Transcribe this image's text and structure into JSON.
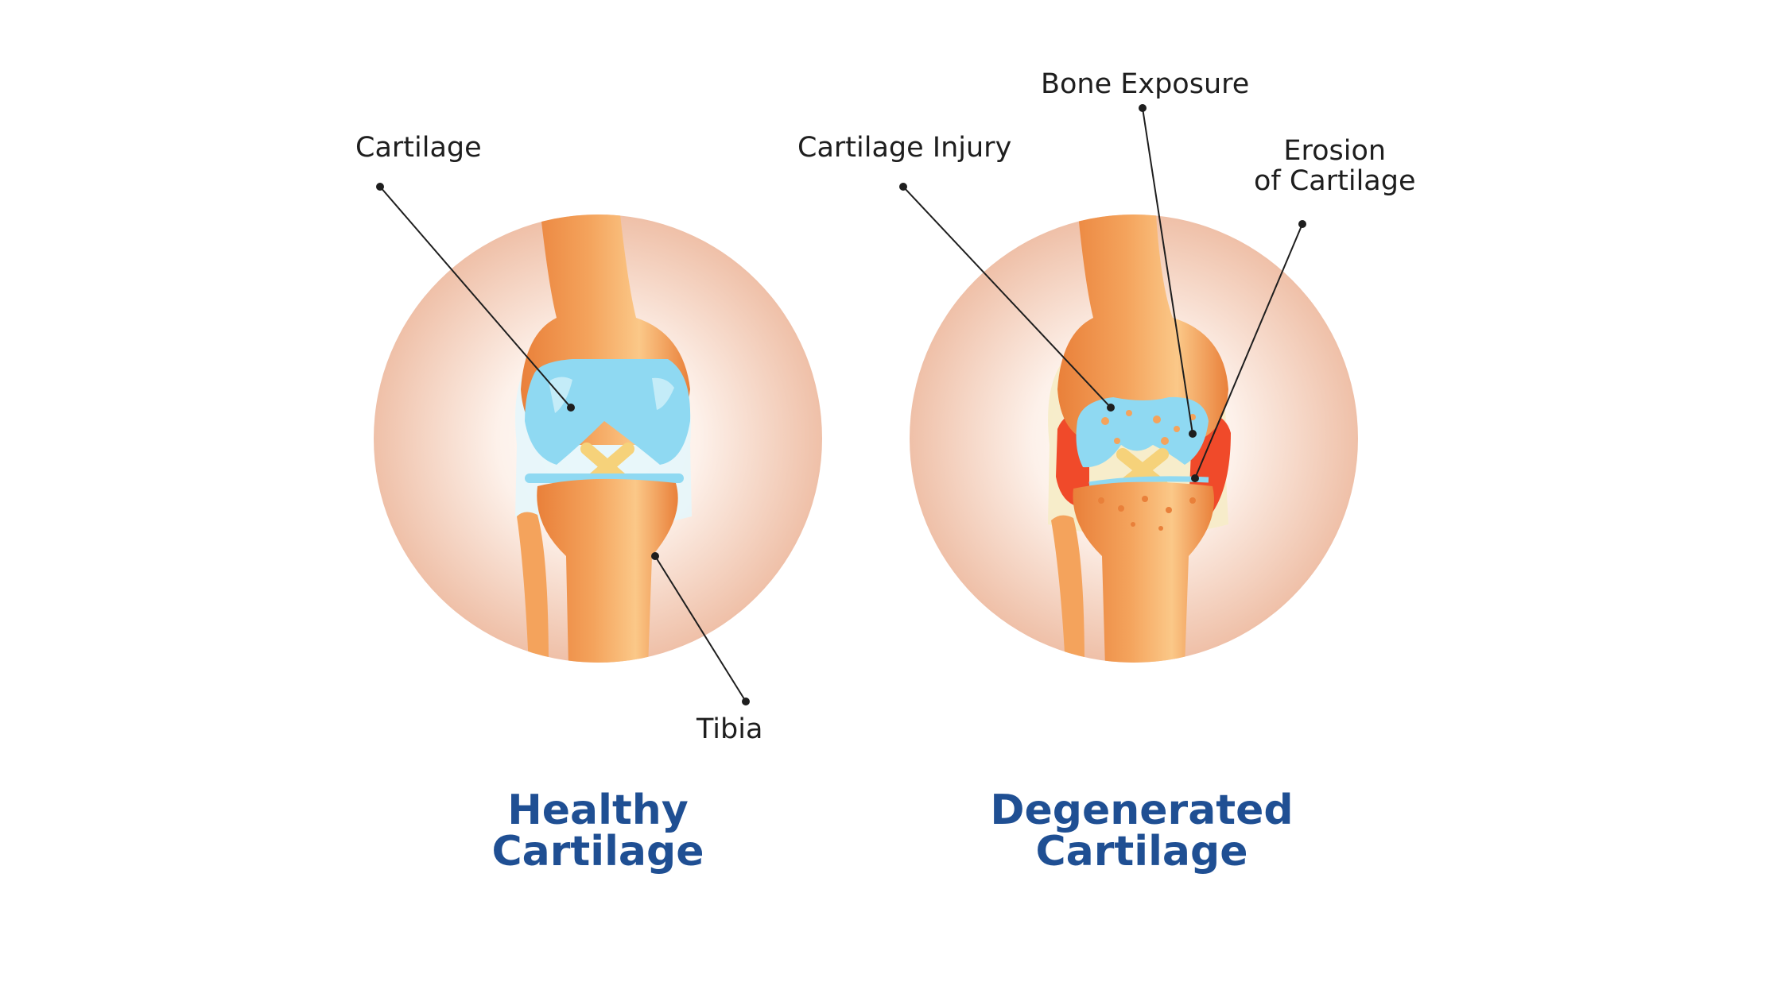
{
  "healthy": {
    "caption_line1": "Healthy",
    "caption_line2": "Cartilage",
    "labels": {
      "cartilage": "Cartilage",
      "tibia": "Tibia"
    }
  },
  "degenerated": {
    "caption_line1": "Degenerated",
    "caption_line2": "Cartilage",
    "labels": {
      "cartilage_injury": "Cartilage Injury",
      "bone_exposure": "Bone Exposure",
      "erosion_line1": "Erosion",
      "erosion_line2": "of Cartilage"
    }
  },
  "colors": {
    "bone": "#f4a35c",
    "bone_dark": "#e9803a",
    "bone_light": "#fbc888",
    "cartilage": "#8fd9f2",
    "cartilage_light": "#c4ecf8",
    "ligament": "#f6d27a",
    "inflammation": "#f04a2a",
    "circle_center": "#ffffff",
    "circle_edge": "#efc0a8",
    "caption": "#1f4f93",
    "leader": "#1e1e1e"
  }
}
